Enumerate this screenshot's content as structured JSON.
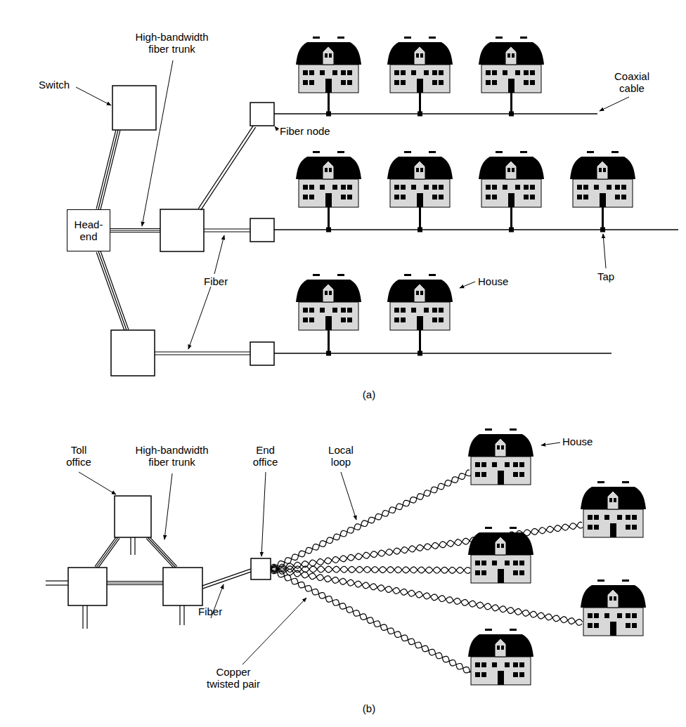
{
  "diagram": {
    "nodes": [
      {
        "text": [
          "Head-end"
        ]
      }
    ],
    "labels": [
      "Switch",
      "High-bandwidth fiber trunk",
      "Fiber node",
      "Coaxial cable",
      "Fiber",
      "Tap",
      "House",
      "(a)",
      "Toll office",
      "High-bandwidth fiber trunk",
      "End office",
      "Local loop",
      "House",
      "Fiber",
      "Copper twisted pair",
      "(b)"
    ]
  }
}
